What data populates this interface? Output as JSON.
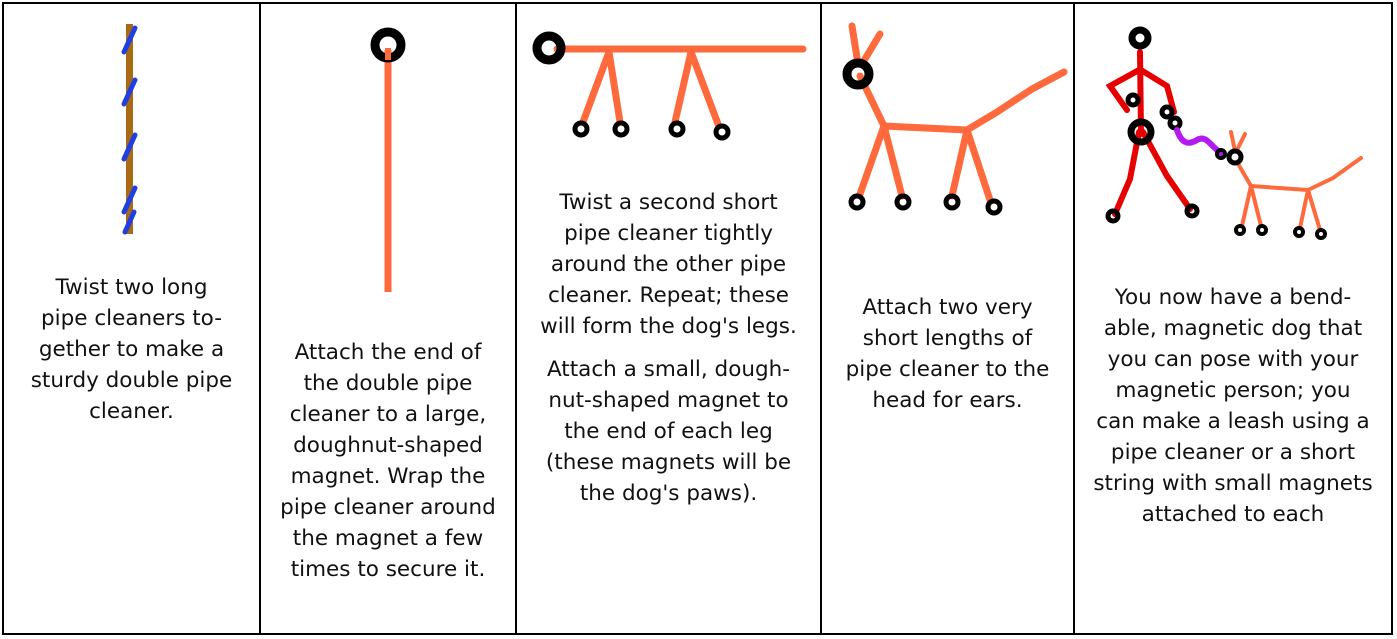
{
  "steps": [
    {
      "caption": "Twist two long\npipe cleaners to-\ngether to make a\nsturdy double pipe\ncleaner.",
      "illustration": "twisted-pipe-cleaners"
    },
    {
      "caption": "Attach the end of\nthe double pipe\ncleaner to a large,\ndoughnut-shaped\nmagnet. Wrap the\npipe cleaner around\nthe magnet a few\ntimes to secure it.",
      "illustration": "magnet-with-pipe-cleaner"
    },
    {
      "caption": "Twist a second short\npipe cleaner tightly\naround the other pipe\ncleaner. Repeat; these\nwill form the dog's legs.",
      "caption_2": "Attach a small, dough-\nnut-shaped magnet to\nthe end of each leg\n(these magnets will be\nthe dog's paws).",
      "illustration": "body-with-legs-and-paws"
    },
    {
      "caption": "Attach two very\nshort lengths of\npipe cleaner to the\nhead for ears.",
      "illustration": "dog-with-ears"
    },
    {
      "caption": "You now have a bend-\nable, magnetic dog that\nyou can pose with your\nmagnetic person; you\ncan make a leash using a\npipe cleaner or a short\nstring with small magnets\nattached to each",
      "illustration": "person-walking-dog-on-leash"
    }
  ],
  "colors": {
    "pipe_cleaner_orange": "#ff6a3d",
    "pipe_cleaner_brown": "#a86a12",
    "pipe_cleaner_blue": "#1f3fe0",
    "magnet_black": "#000000",
    "person_red": "#e60000",
    "leash_purple": "#b31cf0"
  }
}
